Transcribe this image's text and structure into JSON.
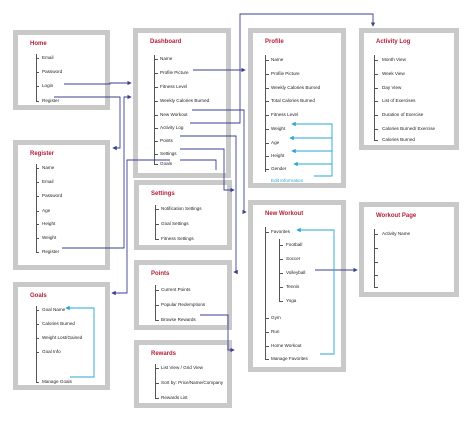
{
  "panels": {
    "home": {
      "title": "Home",
      "items": [
        "Email",
        "Password",
        "Login",
        "Register"
      ]
    },
    "register": {
      "title": "Register",
      "items": [
        "Name",
        "Email",
        "Password",
        "Age",
        "Height",
        "Weight",
        "Register"
      ]
    },
    "goals": {
      "title": "Goals",
      "items": [
        "Goal Name",
        "Calories Burned",
        "Weight Lost/Gained",
        "Goal Info",
        "Manage Goals"
      ]
    },
    "dashboard": {
      "title": "Dashboard",
      "items": [
        "Name",
        "Profile Picture",
        "Fitness Level",
        "Weekly Calories Burned",
        "New Workout",
        "Activity Log",
        "Points",
        "Settings",
        "Goals"
      ]
    },
    "settings": {
      "title": "Settings",
      "items": [
        "Notification Settings",
        "Goal Settings",
        "Fitness Settings"
      ]
    },
    "points": {
      "title": "Points",
      "items": [
        "Current Points",
        "Popular Redemptions",
        "Browse Rewards"
      ]
    },
    "rewards": {
      "title": "Rewards",
      "items": [
        "List View / Grid View",
        "Sort by: Price/Name/Company",
        "Rewards List"
      ]
    },
    "profile": {
      "title": "Profile",
      "items": [
        "Name",
        "Profile Picture",
        "Weekly Calories Burned",
        "Total Calories Burned",
        "Fitness Level",
        "Weight",
        "Age",
        "Height",
        "Gender",
        "Edit Information"
      ]
    },
    "activity_log": {
      "title": "Activity Log",
      "items": [
        "Month View",
        "Week View",
        "Day View",
        "List of Exercises",
        "Duration of Exercise",
        "Calories Burned/ Exercise",
        "Calories Burned"
      ]
    },
    "new_workout": {
      "title": "New Workout",
      "items": [
        "Favorites",
        "Football",
        "Soccer",
        "Volleyball",
        "Tennis",
        "Yoga",
        "Gym",
        "Run",
        "Home Workout",
        "Manage Favorites"
      ]
    },
    "workout_page": {
      "title": "Workout Page",
      "items": [
        "Activity Name"
      ]
    }
  },
  "colors": {
    "title": "#b3203a",
    "link": "#2aa6cf",
    "connector": "#3a3f8f",
    "border": "#c9c9c9"
  }
}
